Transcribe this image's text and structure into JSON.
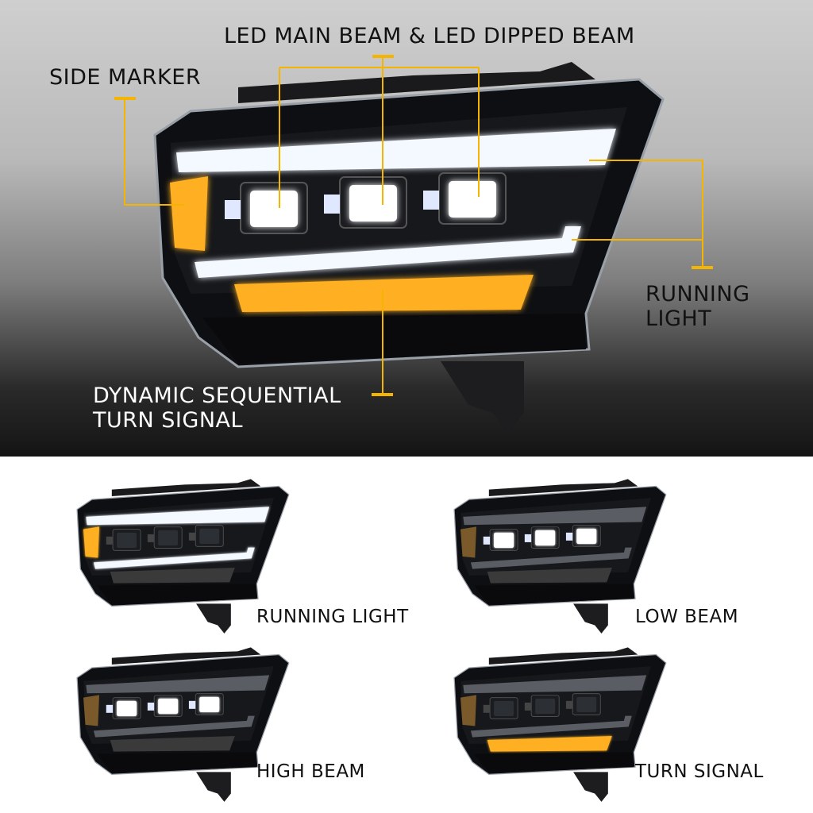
{
  "colors": {
    "accent": "#f5b400",
    "amber": "#ffb020",
    "white_led": "#f4f8ff"
  },
  "hero": {
    "labels": {
      "main_beam": "LED MAIN BEAM & LED DIPPED BEAM",
      "side_marker": "SIDE MARKER",
      "running_light_line1": "RUNNING",
      "running_light_line2": "LIGHT",
      "turn_line1": "DYNAMIC SEQUENTIAL",
      "turn_line2": "TURN SIGNAL"
    }
  },
  "modes": [
    {
      "label": "RUNNING LIGHT",
      "drl": true,
      "marker": true,
      "low": false,
      "high": false,
      "turn": false
    },
    {
      "label": "LOW BEAM",
      "drl": false,
      "marker": false,
      "low": true,
      "high": false,
      "turn": false
    },
    {
      "label": "HIGH BEAM",
      "drl": false,
      "marker": false,
      "low": true,
      "high": true,
      "turn": false
    },
    {
      "label": "TURN SIGNAL",
      "drl": false,
      "marker": false,
      "low": false,
      "high": false,
      "turn": true
    }
  ]
}
